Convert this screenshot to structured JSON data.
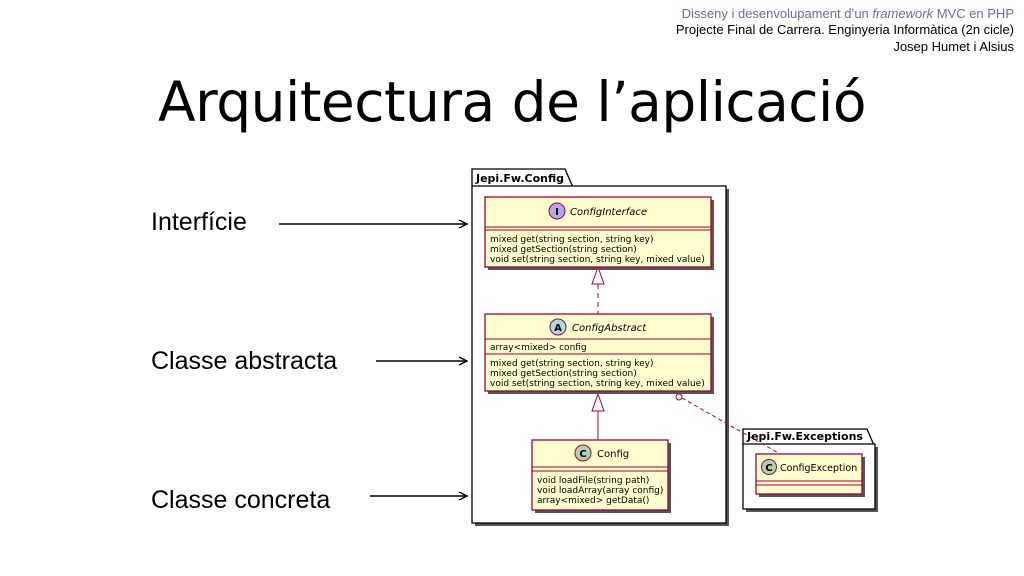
{
  "header": {
    "line1_pre": "Disseny i desenvolupament d’un ",
    "line1_em": "framework",
    "line1_post": " MVC en PHP",
    "line2": "Projecte Final de Carrera. Enginyeria Informàtica (2n cicle)",
    "line3": "Josep Humet i Alsius"
  },
  "title": "Arquitectura de l’aplicació",
  "labels": {
    "interface": "Interfície",
    "abstract": "Classe abstracta",
    "concrete": "Classe concreta"
  },
  "diagram": {
    "package_config": "Jepi.Fw.Config",
    "package_exceptions": "Jepi.Fw.Exceptions",
    "interface_class": {
      "stereo": "I",
      "name": "ConfigInterface",
      "methods": [
        "mixed get(string section, string key)",
        "mixed getSection(string section)",
        "void set(string section, string key, mixed value)"
      ]
    },
    "abstract_class": {
      "stereo": "A",
      "name": "ConfigAbstract",
      "fields": [
        "array<mixed> config"
      ],
      "methods": [
        "mixed get(string section, string key)",
        "mixed getSection(string section)",
        "void set(string section, string key, mixed value)"
      ]
    },
    "concrete_class": {
      "stereo": "C",
      "name": "Config",
      "methods": [
        "void loadFile(string path)",
        "void loadArray(array config)",
        "array<mixed> getData()"
      ]
    },
    "exception_class": {
      "stereo": "C",
      "name": "ConfigException"
    },
    "colors": {
      "class_fill": "#fefece",
      "class_border": "#a80036",
      "interface_circle": "#b4a7e5",
      "abstract_circle": "#a9dcdf",
      "class_circle": "#add1b2"
    }
  }
}
